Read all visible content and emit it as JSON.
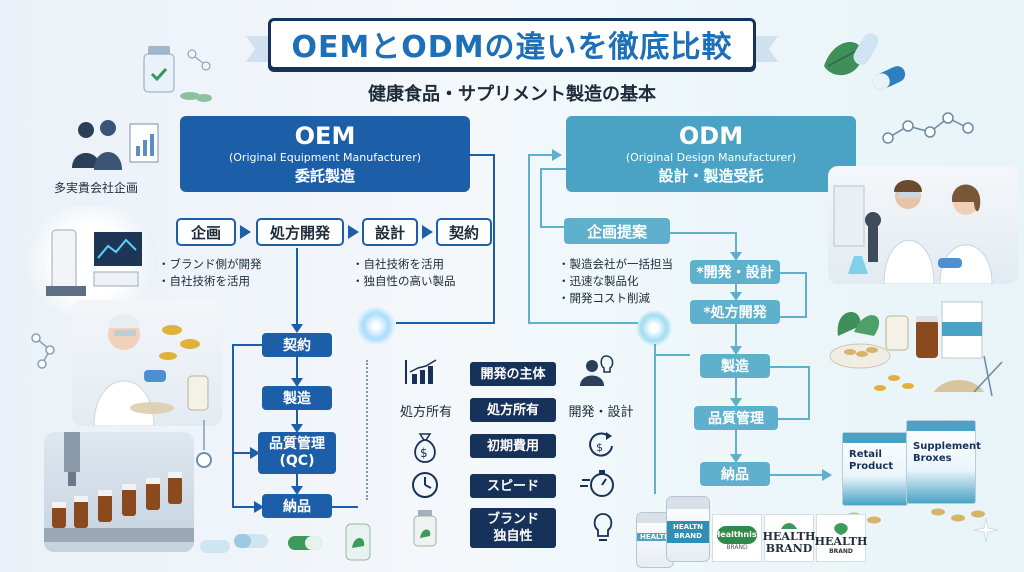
{
  "title": "OEMとODMの違いを徹底比較",
  "subtitle": "健康食品・サプリメント製造の基本",
  "left_person_label": "多実貴会社企画",
  "oem": {
    "name": "OEM",
    "full": "(Original Equipment Manufacturer)",
    "jp": "委託製造",
    "steps_top": [
      "企画",
      "処方開発",
      "設計",
      "契約"
    ],
    "notes_left": [
      "・ブランド側が開発",
      "・自社技術を活用"
    ],
    "notes_right": [
      "・自社技術を活用",
      "・独自性の高い製品"
    ],
    "flow": [
      "契約",
      "製造",
      "品質管理\n(QC)",
      "納品"
    ]
  },
  "odm": {
    "name": "ODM",
    "full": "(Original Design Manufacturer)",
    "jp": "設計・製造受託",
    "start": "企画提案",
    "notes": [
      "・製造会社が一括担当",
      "・迅速な製品化",
      "・開発コスト削減"
    ],
    "flow": [
      "*開発・設計",
      "*処方開発",
      "製造",
      "品質管理",
      "納品"
    ]
  },
  "comparison": {
    "rows": [
      {
        "left": "",
        "center": "開発の主体",
        "right": "",
        "icon_left": "chart-icon",
        "icon_right": "person-idea-icon"
      },
      {
        "left": "処方所有",
        "center": "処方所有",
        "right": "開発・設計",
        "icon_left": "",
        "icon_right": ""
      },
      {
        "left": "",
        "center": "初期費用",
        "right": "",
        "icon_left": "money-bag-icon",
        "icon_right": "money-cycle-icon"
      },
      {
        "left": "",
        "center": "スピード",
        "right": "",
        "icon_left": "clock-icon",
        "icon_right": "stopwatch-icon"
      },
      {
        "left": "",
        "center": "ブランド\n独自性",
        "right": "",
        "icon_left": "bottle-icon",
        "icon_right": "lightbulb-icon"
      }
    ]
  },
  "products": {
    "box1": "Retail\nProduct",
    "box2": "Supplement\nBroxes",
    "bottle1": "HEALTH",
    "bottle2": "HEALTN\nBRAND"
  },
  "logos": [
    {
      "main": "Healthnist",
      "sub": "BRAND"
    },
    {
      "main": "HEALTH\nBRAND",
      "sub": ""
    },
    {
      "main": "HEALTH",
      "sub": "BRAND"
    }
  ],
  "colors": {
    "oem": "#1c5fa8",
    "odm": "#4aa3c4",
    "navy": "#17325a",
    "teal": "#5fb0cc"
  }
}
